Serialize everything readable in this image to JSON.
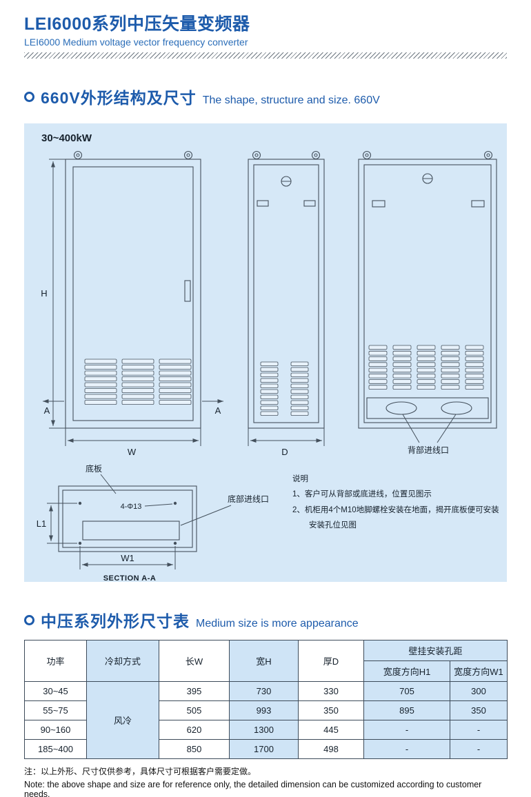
{
  "header": {
    "title": "LEI6000系列中压矢量变频器",
    "subtitle": "LEI6000 Medium voltage vector frequency converter"
  },
  "section1": {
    "heading_cn": "660V外形结构及尺寸",
    "heading_en": "The shape, structure and size. 660V",
    "power_range": "30~400kW",
    "labels": {
      "dim_h": "H",
      "dim_w": "W",
      "dim_d": "D",
      "dim_w1": "W1",
      "dim_l1": "L1",
      "marker_a_left": "A",
      "marker_a_right": "A",
      "back_inlet": "背部进线口",
      "bottom_plate": "底板",
      "bottom_inlet": "底部进线口",
      "holes": "4-Φ13",
      "section_caption": "SECTION A-A"
    },
    "notes": {
      "title": "说明",
      "line1": "1、客户可从背部或底进线，位置见图示",
      "line2": "2、机柜用4个M10地脚螺栓安装在地面，揭开底板便可安装",
      "line3": "安装孔位见图"
    }
  },
  "section2": {
    "heading_cn": "中压系列外形尺寸表",
    "heading_en": "Medium size is more appearance"
  },
  "table": {
    "headers": {
      "power": "功率",
      "cooling": "冷却方式",
      "length": "长W",
      "width": "宽H",
      "depth": "厚D",
      "mount_group": "壁挂安装孔距",
      "h1": "宽度方向H1",
      "w1": "宽度方向W1"
    },
    "cooling_value": "风冷",
    "rows": [
      {
        "power": "30~45",
        "length": "395",
        "width": "730",
        "depth": "330",
        "h1": "705",
        "w1": "300"
      },
      {
        "power": "55~75",
        "length": "505",
        "width": "993",
        "depth": "350",
        "h1": "895",
        "w1": "350"
      },
      {
        "power": "90~160",
        "length": "620",
        "width": "1300",
        "depth": "445",
        "h1": "-",
        "w1": "-"
      },
      {
        "power": "185~400",
        "length": "850",
        "width": "1700",
        "depth": "498",
        "h1": "-",
        "w1": "-"
      }
    ]
  },
  "footer": {
    "note_cn": "注：以上外形、尺寸仅供参考，具体尺寸可根据客户需要定做。",
    "note_en": "Note: the above shape and size are for reference only, the detailed dimension can be customized according to customer needs."
  },
  "colors": {
    "brand_blue": "#1d5bab",
    "panel_blue": "#d6e8f7",
    "cell_tint": "#cfe4f6",
    "line_color": "#44505c"
  }
}
